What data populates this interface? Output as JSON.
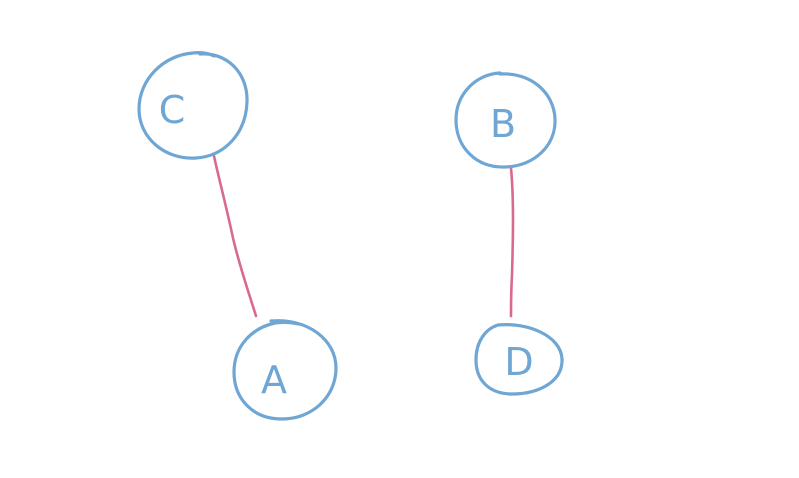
{
  "colors": {
    "node": "#6fa6d4",
    "edge": "#d86b8c"
  },
  "nodes": [
    {
      "id": "C",
      "label": "C"
    },
    {
      "id": "B",
      "label": "B"
    },
    {
      "id": "A",
      "label": "A"
    },
    {
      "id": "D",
      "label": "D"
    }
  ],
  "edges": [
    {
      "from": "C",
      "to": "A"
    },
    {
      "from": "B",
      "to": "D"
    }
  ]
}
